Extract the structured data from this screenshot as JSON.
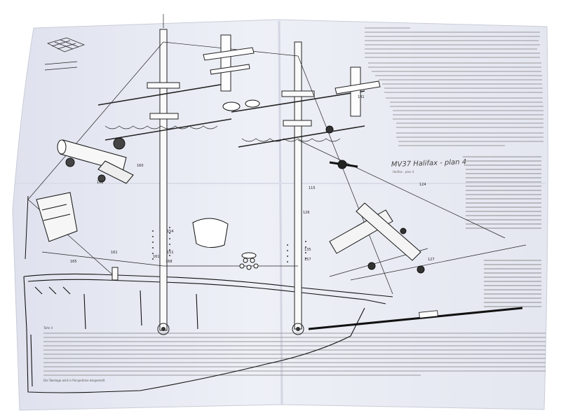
{
  "plan": {
    "title": "MV37 Halifax - plan 4",
    "subtitle": "Halifax - plan 4"
  },
  "texts": {
    "tafel": "Tafel 4",
    "note_bottom": "Die Takelage wird in Perspektive dargestellt"
  },
  "part_numbers": [
    {
      "id": "n154",
      "label": "154"
    },
    {
      "id": "n161a",
      "label": "161"
    },
    {
      "id": "n161b",
      "label": "161"
    },
    {
      "id": "n165",
      "label": "165"
    },
    {
      "id": "n168",
      "label": "168"
    },
    {
      "id": "n135",
      "label": "135"
    },
    {
      "id": "n126",
      "label": "126"
    },
    {
      "id": "n157",
      "label": "157"
    },
    {
      "id": "n151",
      "label": "151"
    },
    {
      "id": "n124",
      "label": "124"
    },
    {
      "id": "n115",
      "label": "115"
    },
    {
      "id": "n160",
      "label": "160"
    },
    {
      "id": "n162",
      "label": "162"
    },
    {
      "id": "n127",
      "label": "127"
    },
    {
      "id": "n141",
      "label": "141"
    }
  ],
  "colors": {
    "paper": "#eceef6",
    "ink": "#222222",
    "background": "#ffffff"
  }
}
